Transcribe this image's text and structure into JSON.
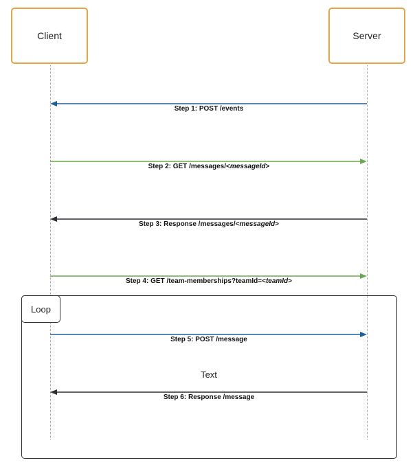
{
  "participants": {
    "client": "Client",
    "server": "Server"
  },
  "messages": [
    {
      "label": "Step 1: POST /events",
      "italic": "",
      "suffix": "",
      "direction": "left",
      "color": "#1f5f9e"
    },
    {
      "label": "Step 2: GET /messages/<",
      "italic": "messageId",
      "suffix": ">",
      "direction": "right",
      "color": "#6aa84f"
    },
    {
      "label": "Step 3: Response /messages/<",
      "italic": "messageId",
      "suffix": ">",
      "direction": "left",
      "color": "#2b2f36"
    },
    {
      "label": "Step 4: GET /team-memberships?teamId=<",
      "italic": "teamId",
      "suffix": ">",
      "direction": "right",
      "color": "#6aa84f"
    },
    {
      "label": "Step 5: POST /message",
      "italic": "",
      "suffix": "",
      "direction": "right",
      "color": "#1f5f9e"
    },
    {
      "label": "Step 6: Response /message",
      "italic": "",
      "suffix": "",
      "direction": "left",
      "color": "#2b2f36"
    }
  ],
  "loop": {
    "label": "Loop",
    "note": "Text"
  },
  "colors": {
    "actor_border": "#e8a342",
    "frame_border": "#2b2f36"
  }
}
